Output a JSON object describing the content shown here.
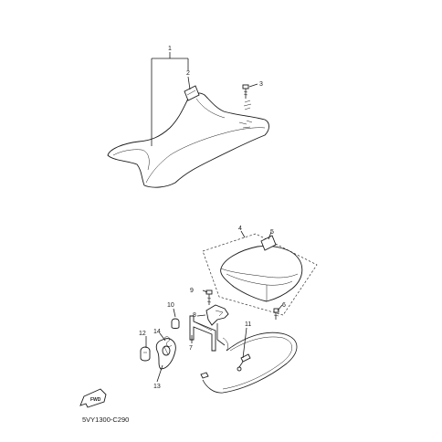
{
  "callouts": [
    "1",
    "2",
    "3",
    "4",
    "5",
    "6",
    "7",
    "8",
    "9",
    "10",
    "11",
    "12",
    "13",
    "14"
  ],
  "front_badge": "FWD",
  "diagram_code": "5VY1300-C290"
}
